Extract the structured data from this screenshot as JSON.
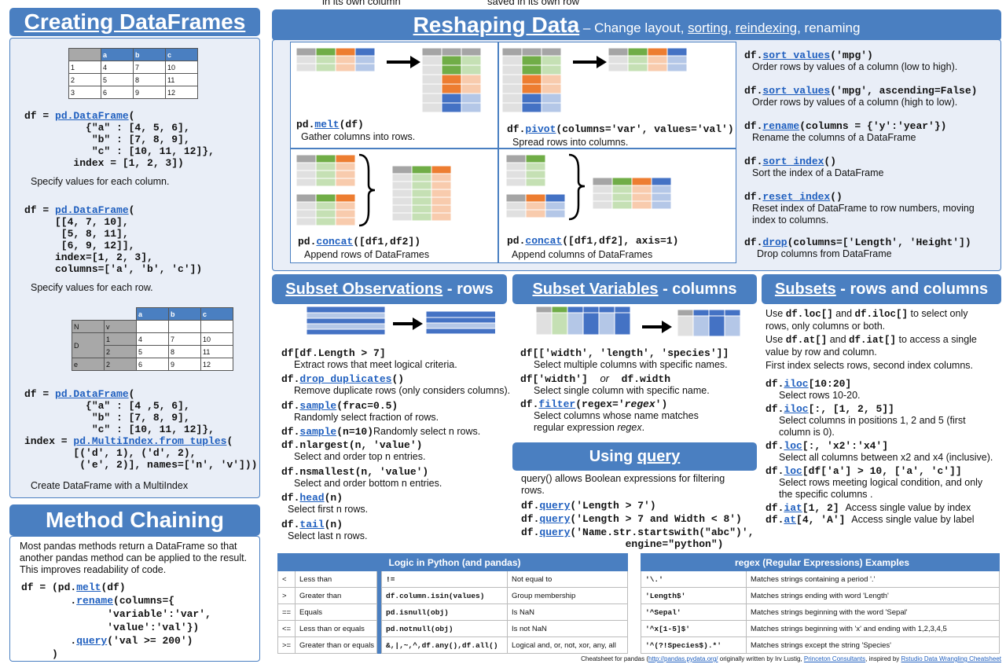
{
  "top": {
    "frag1": "in its own column",
    "frag2": "saved in its own row"
  },
  "creating": {
    "title": "Creating DataFrames",
    "table1": {
      "header": [
        "",
        "a",
        "b",
        "c"
      ],
      "rows": [
        [
          "1",
          "4",
          "7",
          "10"
        ],
        [
          "2",
          "5",
          "8",
          "11"
        ],
        [
          "3",
          "6",
          "9",
          "12"
        ]
      ]
    },
    "code1_prefix": "df = ",
    "code1_fn": "pd.DataFrame",
    "code1_rest": "(\n          {\"a\" : [4, 5, 6],\n           \"b\" : [7, 8, 9],\n           \"c\" : [10, 11, 12]},\n        index = [1, 2, 3])",
    "desc1": "Specify values for each column.",
    "code2_prefix": "df = ",
    "code2_fn": "pd.DataFrame",
    "code2_rest": "(\n     [[4, 7, 10],\n      [5, 8, 11],\n      [6, 9, 12]],\n     index=[1, 2, 3],\n     columns=['a', 'b', 'c'])",
    "desc2": "Specify values for each row.",
    "table2": {
      "n": "N",
      "v": "v",
      "a": "a",
      "b": "b",
      "c": "c",
      "d": "D",
      "e": "e",
      "rows": [
        [
          "1",
          "4",
          "7",
          "10"
        ],
        [
          "2",
          "5",
          "8",
          "11"
        ],
        [
          "2",
          "6",
          "9",
          "12"
        ]
      ]
    },
    "code3_prefix": "df = ",
    "code3_fn": "pd.DataFrame",
    "code3_rest": "(\n          {\"a\" : [4 ,5, 6],\n           \"b\" : [7, 8, 9],\n           \"c\" : [10, 11, 12]},\n",
    "code3_idx": "index = ",
    "code3_fn2": "pd.MultiIndex.from_tuples",
    "code3_rest2": "(\n        [('d', 1), ('d', 2),\n         ('e', 2)], names=['n', 'v']))",
    "desc3": "Create DataFrame with a MultiIndex"
  },
  "chaining": {
    "title": "Method Chaining",
    "text": "Most pandas methods return a DataFrame so that another pandas method can be applied to the result. This improves readability of code.",
    "l1a": "df = (pd.",
    "l1b": "melt",
    "l1c": "(df)",
    "l2a": "        .",
    "l2b": "rename",
    "l2c": "(columns={",
    "l3": "              'variable':'var',",
    "l4": "              'value':'val'})",
    "l5a": "        .",
    "l5b": "query",
    "l5c": "('val >= 200')",
    "l6": "     )"
  },
  "reshaping": {
    "title": "Reshaping Data",
    "sub_dash": " – Change layout, ",
    "sub_sorting": "sorting",
    "sub_comma": ", ",
    "sub_reindexing": "reindexing",
    "sub_renaming": ", renaming",
    "melt_a": "pd.",
    "melt_b": "melt",
    "melt_c": "(df)",
    "melt_desc": "Gather columns into rows.",
    "pivot_a": "df.",
    "pivot_b": "pivot",
    "pivot_c": "(columns='var', values='val')",
    "pivot_desc": "Spread rows into columns.",
    "concat1_a": "pd.",
    "concat1_b": "concat",
    "concat1_c": "([df1,df2])",
    "concat1_desc": "Append rows of DataFrames",
    "concat2_a": "pd.",
    "concat2_b": "concat",
    "concat2_c": "([df1,df2], axis=1)",
    "concat2_desc": "Append columns of DataFrames",
    "right": [
      {
        "a": "df.",
        "b": "sort_values",
        "c": "('mpg')",
        "desc": "Order rows by values of a column (low to high)."
      },
      {
        "a": "df.",
        "b": "sort_values",
        "c": "('mpg', ascending=False)",
        "desc": "Order rows by values of a column (high to low)."
      },
      {
        "a": "df.",
        "b": "rename",
        "c": "(columns = {'y':'year'})",
        "desc": "Rename the columns of a DataFrame"
      },
      {
        "a": "df.",
        "b": "sort_index",
        "c": "()",
        "desc": "Sort the index of a DataFrame"
      },
      {
        "a": "df.",
        "b": "reset_index",
        "c": "()",
        "desc": "Reset index of DataFrame to row numbers, moving index to columns."
      },
      {
        "a": "df.",
        "b": "drop",
        "c": "(columns=['Length', 'Height'])",
        "desc": "Drop columns from DataFrame"
      }
    ]
  },
  "subset_obs": {
    "title_u": "Subset Observations",
    "title_rest": " - rows",
    "items": [
      {
        "a": "df[df.Length > 7]",
        "b": "",
        "c": "",
        "desc": "Extract rows that meet logical criteria."
      },
      {
        "a": "df.",
        "b": "drop_duplicates",
        "c": "()",
        "desc": "Remove duplicate rows (only considers columns)."
      },
      {
        "a": "df.",
        "b": "sample",
        "c": "(frac=0.5)",
        "desc": "Randomly select fraction of rows."
      },
      {
        "a": "df.",
        "b": "sample",
        "c": "(n=10)",
        "inline": "Randomly select n rows."
      },
      {
        "a": "df.nlargest(n, 'value')",
        "b": "",
        "c": "",
        "desc": "Select and order top n entries."
      },
      {
        "a": "df.nsmallest(n, 'value')",
        "b": "",
        "c": "",
        "desc": "Select and order bottom n entries."
      },
      {
        "a": "df.",
        "b": "head",
        "c": "(n)",
        "desc": "Select first n rows."
      },
      {
        "a": "df.",
        "b": "tail",
        "c": "(n)",
        "desc": "Select last n rows."
      }
    ]
  },
  "subset_vars": {
    "title_u": "Subset Variables",
    "title_rest": " - columns",
    "c1": "df[['width', 'length', 'species']]",
    "d1": "Select multiple columns with specific names.",
    "c2a": "df['width']",
    "c2or": "or",
    "c2b": "df.width",
    "d2": "Select single column with specific name.",
    "c3a": "df.",
    "c3b": "filter",
    "c3c": "(regex='",
    "c3d": "regex",
    "c3e": "')",
    "d3a": "Select columns whose name matches",
    "d3b": "regular expression ",
    "d3c": "regex",
    "d3d": "."
  },
  "query": {
    "title_a": "Using ",
    "title_u": "query",
    "text": "query() allows Boolean expressions for filtering rows.",
    "q1c": "('Length > 7')",
    "q2c": "('Length > 7 and Width < 8')",
    "q3c": "('Name.str.startswith(\"abc\")',",
    "q3d": "                 engine=\"python\")",
    "pre": "df.",
    "fn": "query"
  },
  "subsets": {
    "title_u": "Subsets",
    "title_rest": " - rows and columns",
    "t1a": "Use ",
    "t1b": "df.loc[]",
    "t1c": " and ",
    "t1d": "df.iloc[]",
    "t1e": " to select only rows, only columns or both.",
    "t2a": "Use ",
    "t2b": "df.at[]",
    "t2c": " and ",
    "t2d": "df.iat[]",
    "t2e": " to access a single value by row and column.",
    "t3": "First index selects rows, second index columns.",
    "items": [
      {
        "a": "df.",
        "b": "iloc",
        "c": "[10:20]",
        "desc": "Select rows 10-20."
      },
      {
        "a": "df.",
        "b": "iloc",
        "c": "[:, [1, 2, 5]]",
        "desc": "Select columns in positions 1, 2 and 5 (first column is 0)."
      },
      {
        "a": "df.",
        "b": "loc",
        "c": "[:, 'x2':'x4']",
        "desc": "Select all columns between x2 and x4 (inclusive)."
      },
      {
        "a": "df.",
        "b": "loc",
        "c": "[df['a'] > 10, ['a', 'c']]",
        "desc": "Select rows meeting logical condition, and only the specific columns ."
      },
      {
        "a": "df.",
        "b": "iat",
        "c": "[1, 2]",
        "inline": "Access single value by index"
      },
      {
        "a": "df.",
        "b": "at",
        "c": "[4, 'A']",
        "inline": "Access single value by label"
      }
    ]
  },
  "logic": {
    "title": "Logic in Python (and pandas)",
    "rows": [
      [
        "<",
        "Less than",
        "!=",
        "Not equal to"
      ],
      [
        ">",
        "Greater than",
        "df.column.isin(values)",
        "Group membership"
      ],
      [
        "==",
        "Equals",
        "pd.isnull(obj)",
        "Is NaN"
      ],
      [
        "<=",
        "Less than or equals",
        "pd.notnull(obj)",
        "Is not NaN"
      ],
      [
        ">=",
        "Greater than or equals",
        "&,|,~,^,df.any(),df.all()",
        "Logical and, or, not, xor, any, all"
      ]
    ]
  },
  "regex": {
    "title": "regex (Regular Expressions) Examples",
    "rows": [
      [
        "'\\.'",
        "Matches strings containing a period '.'"
      ],
      [
        "'Length$'",
        "Matches strings ending with word 'Length'"
      ],
      [
        "'^Sepal'",
        "Matches strings beginning with the word 'Sepal'"
      ],
      [
        "'^x[1-5]$'",
        "Matches strings beginning with 'x' and ending with 1,2,3,4,5"
      ],
      [
        "'^(?!Species$).*'",
        "Matches strings except the string 'Species'"
      ]
    ]
  },
  "footer": {
    "a": "Cheatsheet for pandas (",
    "link1": "http://pandas.pydata.org/",
    "b": " originally written by Irv Lustig, ",
    "link2": "Princeton Consultants",
    "c": ",  inspired by ",
    "link3": "Rstudio Data Wrangling Cheatsheet"
  },
  "colors": {
    "accent": "#4a7fc1",
    "panel": "#e9eef7",
    "link": "#1f5fbf",
    "green": "#70ad47",
    "orange": "#ed7d31",
    "gray": "#a5a5a5",
    "blue": "#4472c4"
  }
}
